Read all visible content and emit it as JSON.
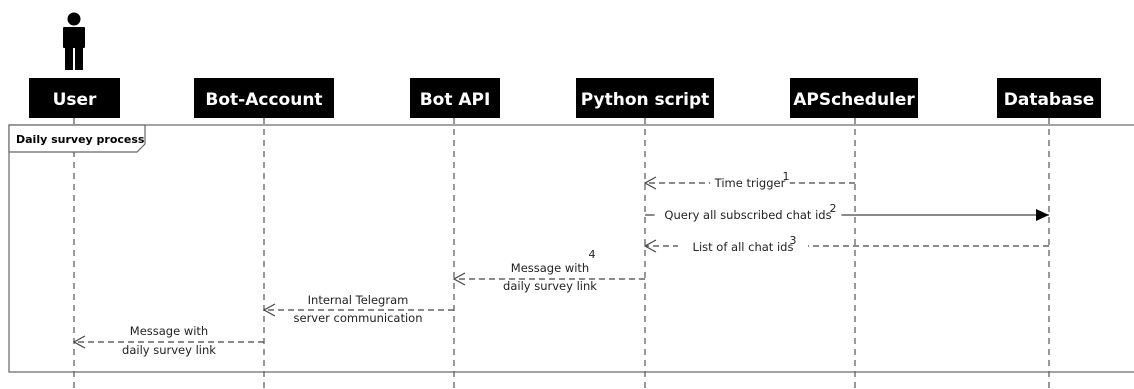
{
  "participants": [
    {
      "id": "user",
      "label": "User"
    },
    {
      "id": "bot_account",
      "label": "Bot-Account"
    },
    {
      "id": "bot_api",
      "label": "Bot API"
    },
    {
      "id": "python_script",
      "label": "Python script"
    },
    {
      "id": "apscheduler",
      "label": "APScheduler"
    },
    {
      "id": "database",
      "label": "Database"
    }
  ],
  "frame": {
    "label": "Daily survey process"
  },
  "messages": [
    {
      "number": "1",
      "from": "apscheduler",
      "to": "python_script",
      "style": "dashed",
      "lines": [
        "Time trigger"
      ]
    },
    {
      "number": "2",
      "from": "python_script",
      "to": "database",
      "style": "solid",
      "lines": [
        "Query all subscribed chat ids"
      ]
    },
    {
      "number": "3",
      "from": "database",
      "to": "python_script",
      "style": "dashed",
      "lines": [
        "List of all chat ids"
      ]
    },
    {
      "number": "4",
      "from": "python_script",
      "to": "bot_api",
      "style": "dashed",
      "lines": [
        "Message with",
        "daily survey link"
      ]
    },
    {
      "number": "",
      "from": "bot_api",
      "to": "bot_account",
      "style": "dashed",
      "lines": [
        "Internal Telegram",
        "server communication"
      ]
    },
    {
      "number": "",
      "from": "bot_account",
      "to": "user",
      "style": "dashed",
      "lines": [
        "Message with",
        "daily survey link"
      ]
    }
  ]
}
